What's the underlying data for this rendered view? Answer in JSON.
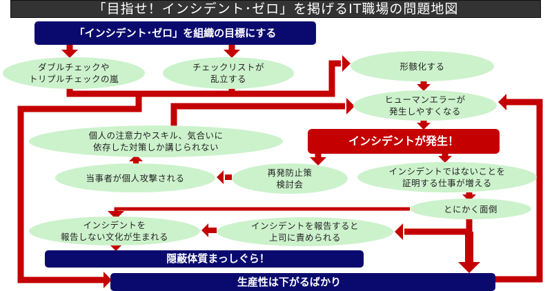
{
  "title": "「目指せ！インシデント･ゼロ」を掲げるIT職場の問題地図",
  "colors": {
    "title_bg": "#333333",
    "navy": "#0a0a6e",
    "red": "#c40000",
    "oval": "#ccf2cc"
  },
  "boxes": {
    "goal": "「インシデント･ゼロ」を組織の目標にする",
    "incident": "インシデントが発生！",
    "concealment": "隠蔽体質まっしぐら！",
    "productivity": "生産性は下がるばかり"
  },
  "ovals": {
    "double_check": [
      "ダブルチェックや",
      "トリプルチェックの嵐"
    ],
    "checklists": [
      "チェックリストが",
      "乱立する"
    ],
    "formality": [
      "形骸化する"
    ],
    "human_error": [
      "ヒューマンエラーが",
      "発生しやすくなる"
    ],
    "individual": [
      "個人の注意力やスキル、気合いに",
      "依存した対策しか講じられない"
    ],
    "personal_attack": [
      "当事者が個人攻撃される"
    ],
    "prevention_meeting": [
      "再発防止策",
      "検討会"
    ],
    "prove_work": [
      "インシデントではないことを",
      "証明する仕事が増える"
    ],
    "troublesome": [
      "とにかく面倒"
    ],
    "reported_blamed": [
      "インシデントを報告すると",
      "上司に責められる"
    ],
    "no_report_culture": [
      "インシデントを",
      "報告しない文化が生まれる"
    ]
  }
}
